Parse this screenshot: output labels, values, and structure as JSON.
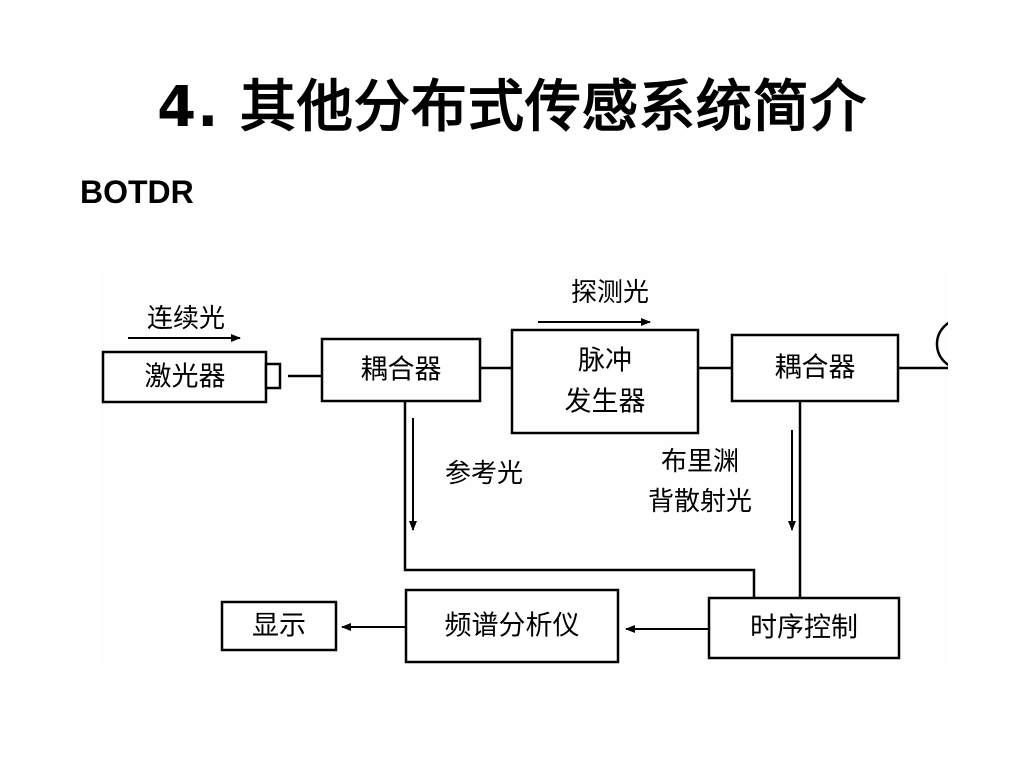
{
  "slide": {
    "title": "4. 其他分布式传感系统简介",
    "subtitle": "BOTDR"
  },
  "diagram": {
    "boxes": {
      "laser": "激光器",
      "coupler_left": "耦合器",
      "pulse_line1": "脉冲",
      "pulse_line2": "发生器",
      "coupler_right": "耦合器",
      "display": "显示",
      "spectrum": "频谱分析仪",
      "timing": "时序控制"
    },
    "labels": {
      "continuous_light": "连续光",
      "probe_light": "探测光",
      "reference_light": "参考光",
      "brillouin_line1": "布里渊",
      "brillouin_line2": "背散射光"
    }
  }
}
